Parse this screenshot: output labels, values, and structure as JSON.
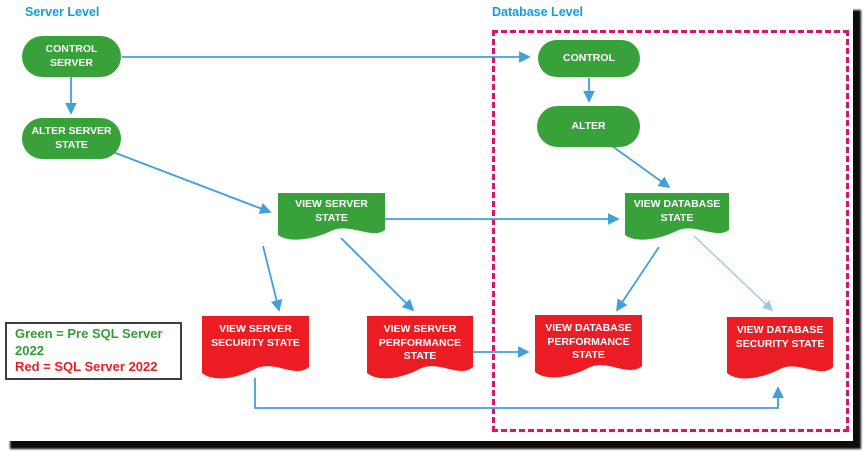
{
  "headers": {
    "server_level": "Server Level",
    "database_level": "Database Level"
  },
  "nodes": {
    "control_server": {
      "label": "CONTROL SERVER",
      "shape": "stadium",
      "color": "#38A139"
    },
    "alter_server_state": {
      "label": "ALTER SERVER STATE",
      "shape": "stadium",
      "color": "#38A139"
    },
    "control_db": {
      "label": "CONTROL",
      "shape": "stadium",
      "color": "#38A139"
    },
    "alter_db": {
      "label": "ALTER",
      "shape": "stadium",
      "color": "#38A139"
    },
    "view_server_state": {
      "label": "VIEW SERVER STATE",
      "shape": "document",
      "color": "#38A139"
    },
    "view_database_state": {
      "label": "VIEW DATABASE STATE",
      "shape": "document",
      "color": "#38A139"
    },
    "view_server_security_state": {
      "label": "VIEW SERVER SECURITY STATE",
      "shape": "document",
      "color": "#EC1C24"
    },
    "view_server_performance_state": {
      "label": "VIEW SERVER PERFORMANCE STATE",
      "shape": "document",
      "color": "#EC1C24"
    },
    "view_database_performance_state": {
      "label": "VIEW DATABASE PERFORMANCE STATE",
      "shape": "document",
      "color": "#EC1C24"
    },
    "view_database_security_state": {
      "label": "VIEW DATABASE SECURITY STATE",
      "shape": "document",
      "color": "#EC1C24"
    }
  },
  "edges": [
    {
      "from": "control_server",
      "to": "control_db"
    },
    {
      "from": "control_server",
      "to": "alter_server_state"
    },
    {
      "from": "alter_server_state",
      "to": "view_server_state"
    },
    {
      "from": "control_db",
      "to": "alter_db"
    },
    {
      "from": "alter_db",
      "to": "view_database_state"
    },
    {
      "from": "view_server_state",
      "to": "view_database_state"
    },
    {
      "from": "view_server_state",
      "to": "view_server_security_state"
    },
    {
      "from": "view_server_state",
      "to": "view_server_performance_state"
    },
    {
      "from": "view_database_state",
      "to": "view_database_performance_state"
    },
    {
      "from": "view_database_state",
      "to": "view_database_security_state"
    },
    {
      "from": "view_server_performance_state",
      "to": "view_database_performance_state"
    },
    {
      "from": "view_server_security_state",
      "to": "view_database_security_state"
    }
  ],
  "legend": {
    "line1": "Green = Pre SQL Server 2022",
    "line2": "Red = SQL Server 2022"
  },
  "colors": {
    "pre_sql_2022": "#38A139",
    "sql_2022": "#EC1C24",
    "connector": "#41A0DC",
    "connector_light": "#95CBEC",
    "database_level_border": "#D9146F",
    "header_text": "#189BD7"
  }
}
